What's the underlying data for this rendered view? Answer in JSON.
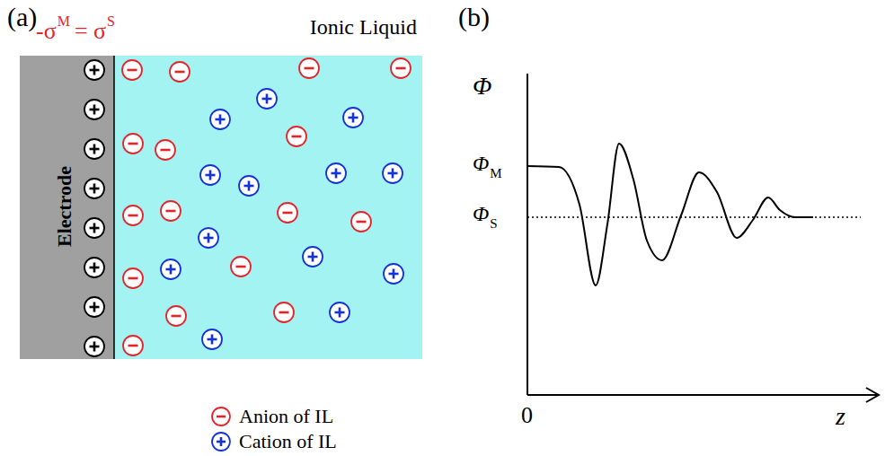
{
  "diagram": {
    "nodes": [
      {
        "text": [
          "Electrode"
        ]
      },
      {
        "text": [
          "Ionic Liquid"
        ]
      }
    ],
    "labels": [
      "(a)",
      "-σ",
      "M",
      "= σ",
      "S",
      "(b)",
      "Φ",
      "Φ",
      "M",
      "Φ",
      "S",
      "0",
      "z"
    ],
    "legend": [
      {
        "text": "Anion of IL"
      },
      {
        "text": "Cation of IL"
      }
    ]
  }
}
